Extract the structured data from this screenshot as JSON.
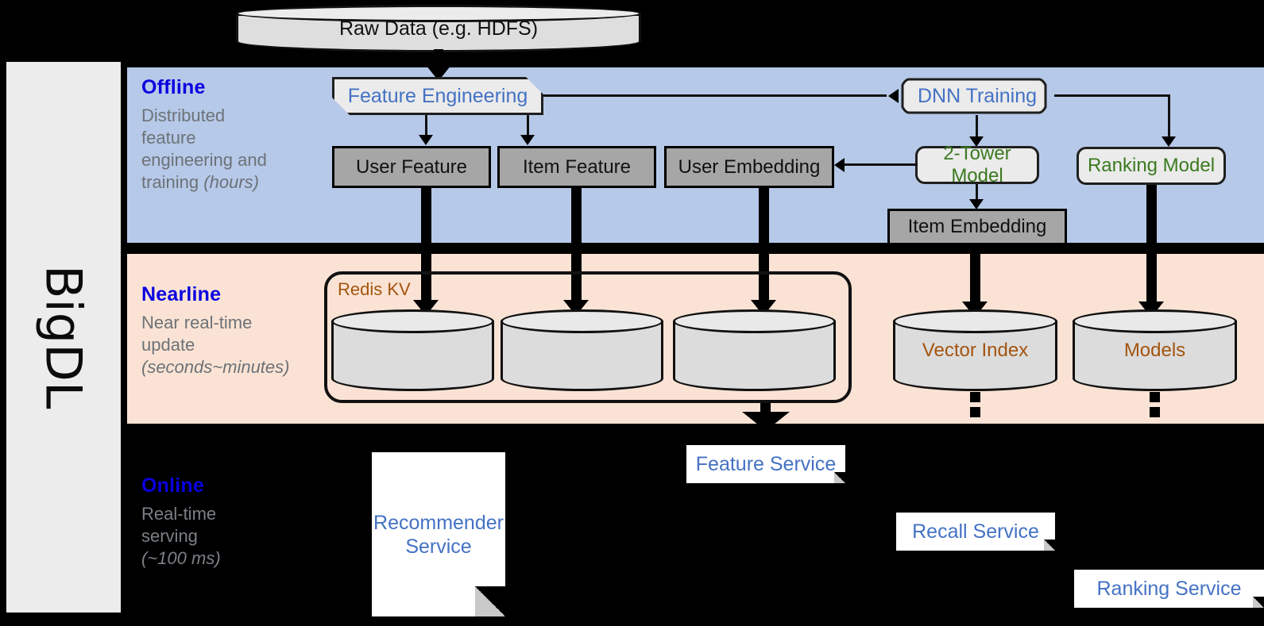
{
  "diagram": {
    "platform_label": "BigDL",
    "source": {
      "label": "Raw Data (e.g. HDFS)",
      "shape": "cylinder"
    },
    "layers": [
      {
        "id": "offline",
        "title": "Offline",
        "subtitle_lines": [
          "Distributed",
          "feature",
          "engineering and",
          "training "
        ],
        "subtitle_italic": "(hours)",
        "band_color": "#b6c9e8",
        "title_color": "#0a00e0"
      },
      {
        "id": "nearline",
        "title": "Nearline",
        "subtitle_lines": [
          "Near real-time",
          "update "
        ],
        "subtitle_italic": "(seconds~minutes)",
        "band_color": "#fae3d4",
        "title_color": "#0a00e0"
      },
      {
        "id": "online",
        "title": "Online",
        "subtitle_lines": [
          "Real-time",
          "serving "
        ],
        "subtitle_italic": "(~100 ms)",
        "band_color": "#000000",
        "title_color": "#0a00e0"
      }
    ],
    "nodes": {
      "feature_engineering": {
        "label": "Feature Engineering",
        "layer": "offline",
        "style": "clipped-box",
        "text_color": "#4472c4"
      },
      "dnn_training": {
        "label": "DNN Training",
        "layer": "offline",
        "style": "scroll-box",
        "text_color": "#4472c4"
      },
      "user_feature": {
        "label": "User Feature",
        "layer": "offline",
        "style": "grey-box",
        "text_color": "#111111"
      },
      "item_feature": {
        "label": "Item Feature",
        "layer": "offline",
        "style": "grey-box",
        "text_color": "#111111"
      },
      "user_embedding": {
        "label": "User Embedding",
        "layer": "offline",
        "style": "grey-box",
        "text_color": "#111111"
      },
      "item_embedding": {
        "label": "Item Embedding",
        "layer": "offline",
        "style": "grey-box",
        "text_color": "#111111"
      },
      "two_tower_model": {
        "label": "2-Tower Model",
        "layer": "offline",
        "style": "round-box",
        "text_color": "#3b7a20"
      },
      "ranking_model": {
        "label": "Ranking Model",
        "layer": "offline",
        "style": "round-box",
        "text_color": "#3b7a20"
      },
      "redis_kv": {
        "label": "Redis KV",
        "layer": "nearline",
        "style": "group",
        "text_color": "#a4540f"
      },
      "redis_store_1": {
        "label": "",
        "layer": "nearline",
        "style": "cylinder"
      },
      "redis_store_2": {
        "label": "",
        "layer": "nearline",
        "style": "cylinder"
      },
      "redis_store_3": {
        "label": "",
        "layer": "nearline",
        "style": "cylinder"
      },
      "vector_index": {
        "label": "Vector Index",
        "layer": "nearline",
        "style": "cylinder",
        "text_color": "#a4540f"
      },
      "models": {
        "label": "Models",
        "layer": "nearline",
        "style": "cylinder",
        "text_color": "#a4540f"
      },
      "recommender_service": {
        "label": "Recommender Service",
        "layer": "online",
        "style": "folded-card",
        "text_color": "#4472c4"
      },
      "feature_service": {
        "label": "Feature Service",
        "layer": "online",
        "style": "folded-card",
        "text_color": "#4472c4"
      },
      "recall_service": {
        "label": "Recall Service",
        "layer": "online",
        "style": "folded-card",
        "text_color": "#4472c4"
      },
      "ranking_service": {
        "label": "Ranking Service",
        "layer": "online",
        "style": "folded-card",
        "text_color": "#4472c4"
      }
    },
    "edges": [
      {
        "from": "source",
        "to": "feature_engineering",
        "weight": "thick"
      },
      {
        "from": "feature_engineering",
        "to": "dnn_training",
        "weight": "thin"
      },
      {
        "from": "feature_engineering",
        "to": "user_feature",
        "weight": "thin"
      },
      {
        "from": "feature_engineering",
        "to": "item_feature",
        "weight": "thin"
      },
      {
        "from": "dnn_training",
        "to": "two_tower_model",
        "weight": "thin"
      },
      {
        "from": "dnn_training",
        "to": "ranking_model",
        "weight": "thin"
      },
      {
        "from": "two_tower_model",
        "to": "user_embedding",
        "weight": "thin"
      },
      {
        "from": "two_tower_model",
        "to": "item_embedding",
        "weight": "thin"
      },
      {
        "from": "user_feature",
        "to": "redis_store_1",
        "weight": "thick"
      },
      {
        "from": "item_feature",
        "to": "redis_store_2",
        "weight": "thick"
      },
      {
        "from": "user_embedding",
        "to": "redis_store_3",
        "weight": "thick"
      },
      {
        "from": "item_embedding",
        "to": "vector_index",
        "weight": "thick"
      },
      {
        "from": "ranking_model",
        "to": "models",
        "weight": "thick"
      },
      {
        "from": "redis_kv",
        "to": "feature_service",
        "weight": "thick"
      },
      {
        "from": "vector_index",
        "to": "recall_service",
        "weight": "dotted"
      },
      {
        "from": "models",
        "to": "ranking_service",
        "weight": "dotted"
      }
    ],
    "colors": {
      "offline_band": "#b6c9e8",
      "nearline_band": "#fae3d4",
      "online_band": "#000000",
      "rail": "#ececec",
      "accent_blue": "#4472c4",
      "accent_green": "#3b7a20",
      "accent_brown": "#a4540f",
      "layer_title": "#0a00e0",
      "grey_node": "#a6a6a6",
      "light_node": "#ebebeb"
    }
  }
}
